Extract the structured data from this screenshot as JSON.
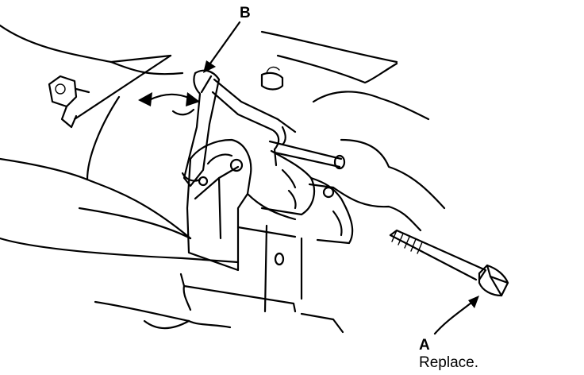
{
  "callouts": {
    "a": {
      "letter": "A",
      "note": "Replace."
    },
    "b": {
      "letter": "B"
    }
  },
  "colors": {
    "ink": "#000000",
    "background": "#ffffff"
  }
}
